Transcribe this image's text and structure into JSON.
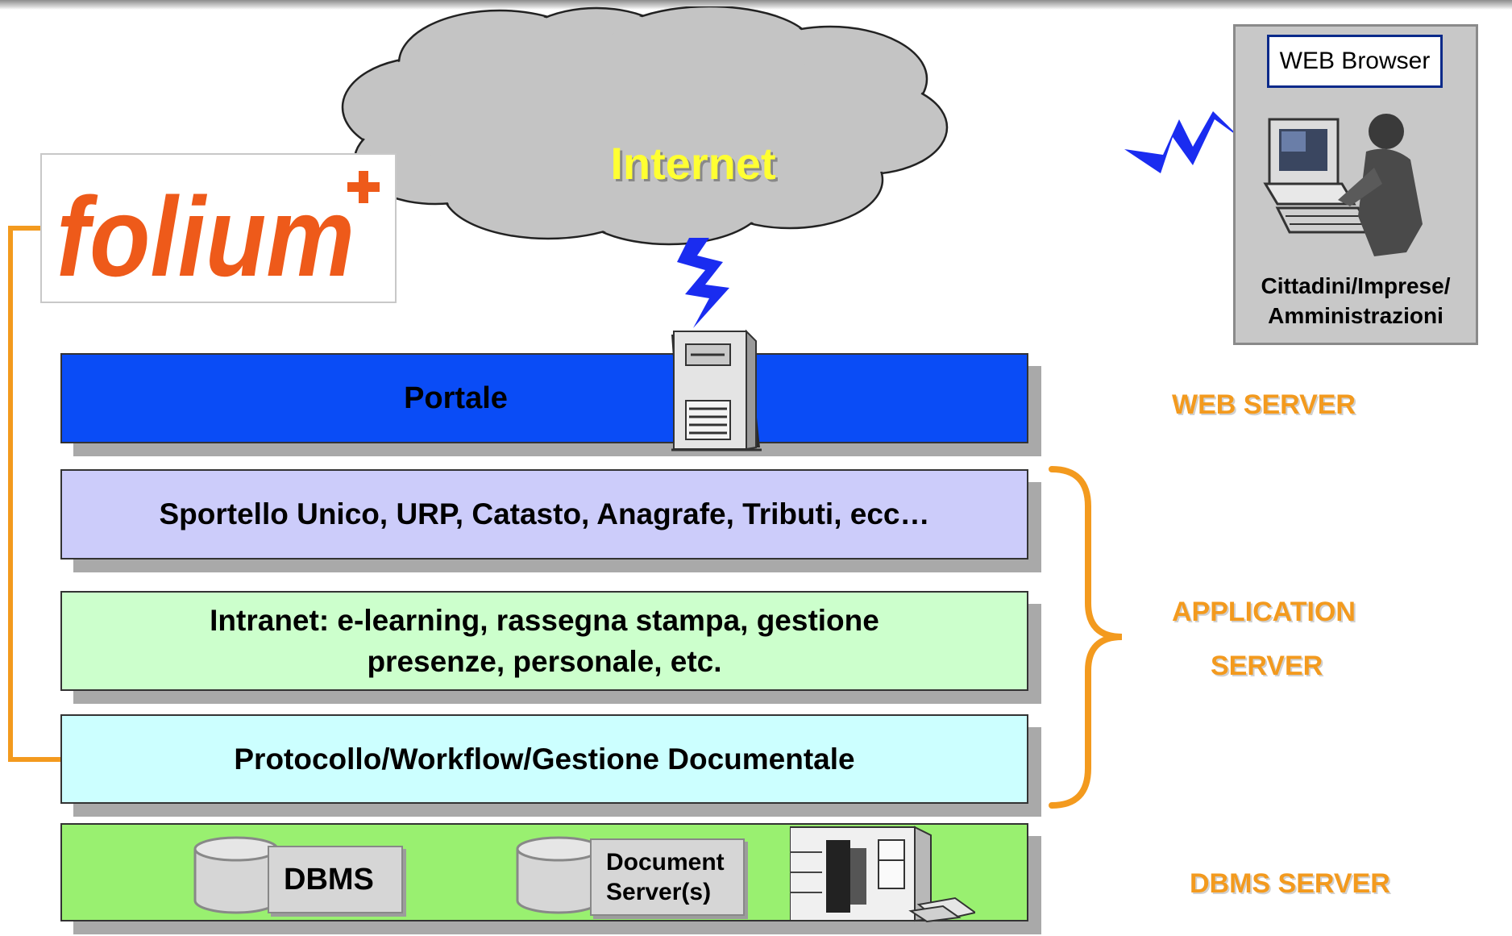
{
  "internet": {
    "label": "Internet"
  },
  "client": {
    "browser_label": "WEB Browser",
    "user_label_line1": "Cittadini/Imprese/",
    "user_label_line2": "Amministrazioni"
  },
  "logo": {
    "text": "folium"
  },
  "layers": {
    "portale": "Portale",
    "applicazioni": "Sportello Unico, URP, Catasto, Anagrafe, Tributi, ecc…",
    "intranet_line1": "Intranet: e-learning, rassegna stampa, gestione",
    "intranet_line2": "presenze, personale, etc.",
    "protocollo": "Protocollo/Workflow/Gestione Documentale"
  },
  "dbms": {
    "dbms_label": "DBMS",
    "docserver_line1": "Document",
    "docserver_line2": "Server(s)"
  },
  "tiers": {
    "web_server": "WEB SERVER",
    "application_line1": "APPLICATION",
    "application_line2": "SERVER",
    "dbms_server": "DBMS SERVER"
  },
  "colors": {
    "portale": "#0a4cf6",
    "applicazioni": "#ccccfa",
    "intranet": "#ccffcc",
    "protocollo": "#ccffff",
    "dbms_layer": "#99f070",
    "tier_label": "#f39a1e",
    "cloud": "#c4c4c4",
    "internet_text": "#ffff33",
    "lightning": "#1a2cf0"
  }
}
